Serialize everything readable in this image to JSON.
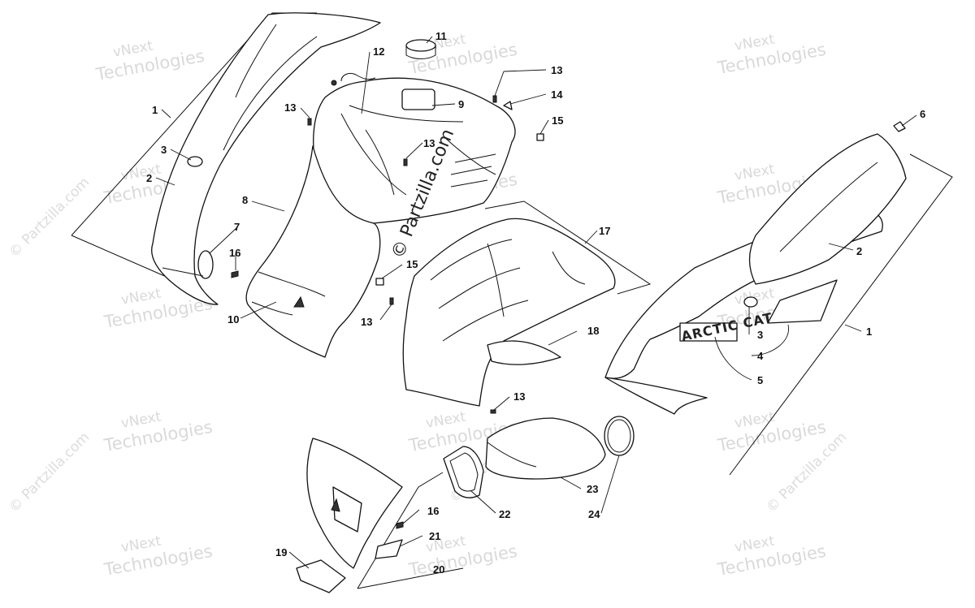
{
  "watermarks": {
    "vnext_line1": "vNext",
    "vnext_line2": "Technologies",
    "partzilla": "© Partzilla.com"
  },
  "center_watermark": "© Partzilla.com",
  "brand_label": "ARCTIC CAT",
  "callouts": {
    "c1_left": "1",
    "c1_right": "1",
    "c2_left": "2",
    "c2_right": "2",
    "c3_left": "3",
    "c3_right": "3",
    "c4": "4",
    "c5": "5",
    "c6": "6",
    "c7": "7",
    "c8": "8",
    "c9": "9",
    "c10": "10",
    "c11": "11",
    "c12": "12",
    "c13_a": "13",
    "c13_b": "13",
    "c13_c": "13",
    "c13_d": "13",
    "c13_e": "13",
    "c14": "14",
    "c15_a": "15",
    "c15_b": "15",
    "c16_a": "16",
    "c16_b": "16",
    "c17": "17",
    "c18": "18",
    "c19": "19",
    "c20": "20",
    "c21": "21",
    "c22": "22",
    "c23": "23",
    "c24": "24"
  }
}
